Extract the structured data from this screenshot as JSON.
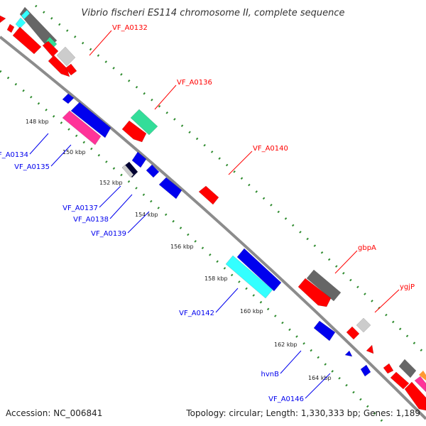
{
  "title": "Vibrio fischeri ES114 chromosome II, complete sequence",
  "footer": {
    "accession": "Accession: NC_006841",
    "summary": "Topology: circular; Length: 1,330,333 bp; Genes: 1,189"
  },
  "colors": {
    "backbone": "#8c8c8c",
    "dotted": "#2e8b2e",
    "red": "#ff0000",
    "blue": "#0000ee",
    "grey": "#666666",
    "light_grey": "#cccccc",
    "green": "#33dd99",
    "cyan": "#33ffff",
    "pink": "#ff3399",
    "navy": "#000033"
  },
  "ticks": [
    "148 kbp",
    "150 kbp",
    "152 kbp",
    "154 kbp",
    "156 kbp",
    "158 kbp",
    "160 kbp",
    "162 kbp",
    "164 kbp"
  ],
  "gene_labels": {
    "VF_A0132": "VF_A0132",
    "VF_A0136": "VF_A0136",
    "VF_A0140": "VF_A0140",
    "gbpA": "gbpA",
    "ygjP": "ygjP",
    "VF_A0134": "VF_A0134",
    "VF_A0135": "VF_A0135",
    "VF_A0137": "VF_A0137",
    "VF_A0138": "VF_A0138",
    "VF_A0139": "VF_A0139",
    "VF_A0142": "VF_A0142",
    "hvnB": "hvnB",
    "VF_A0146": "VF_A0146"
  }
}
